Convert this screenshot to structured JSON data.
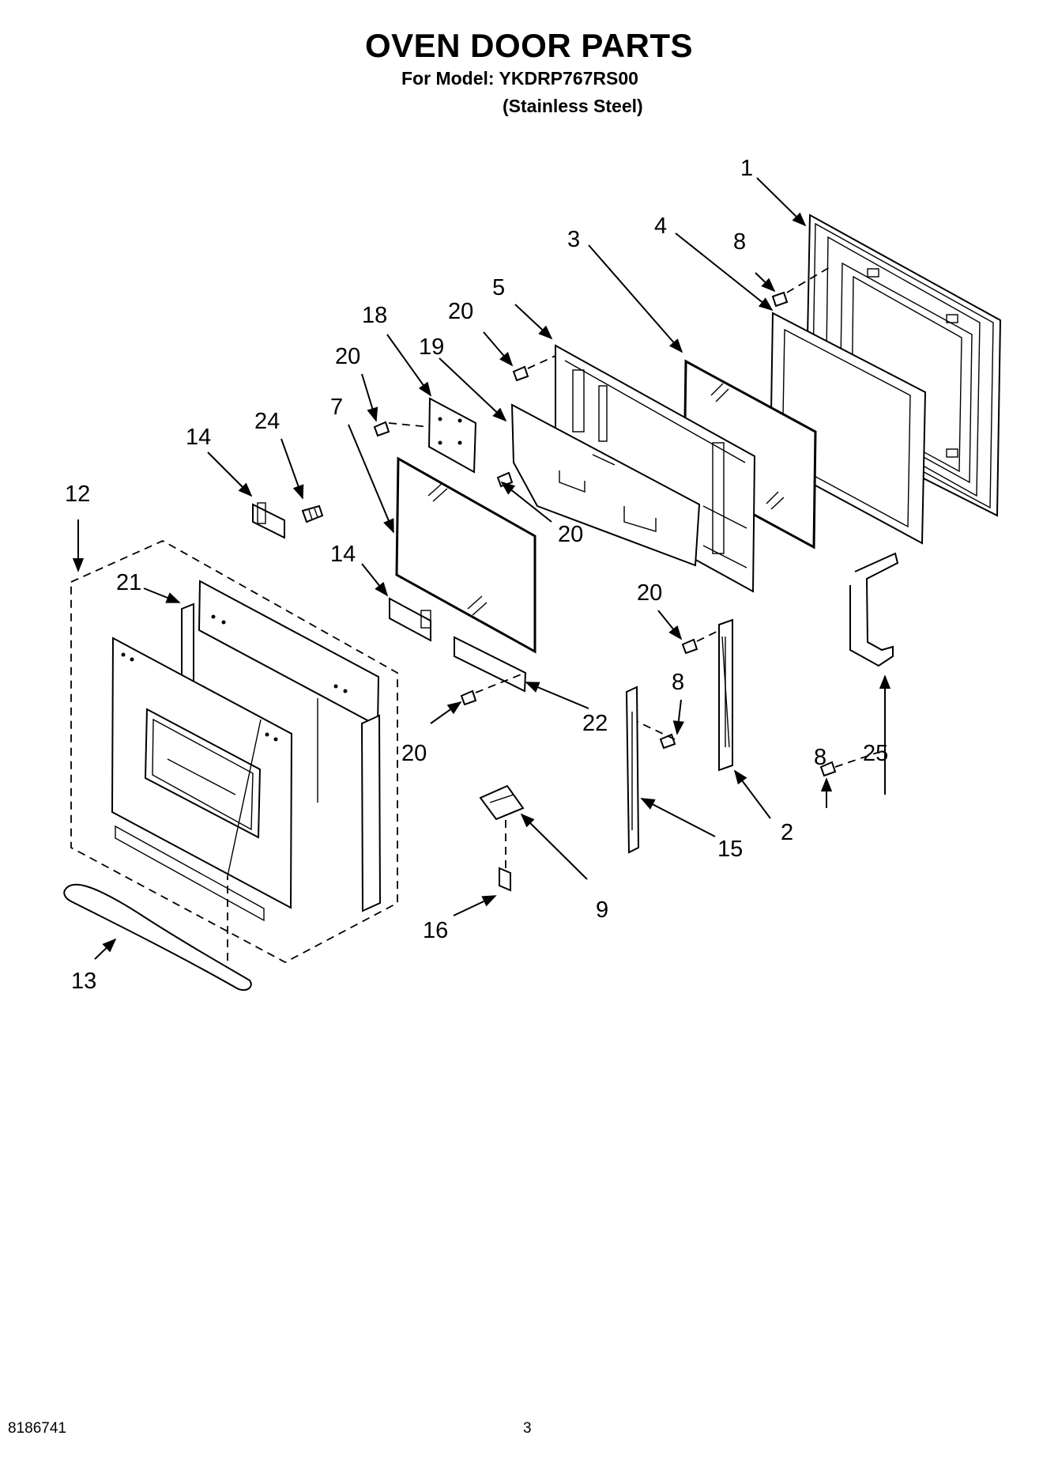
{
  "header": {
    "title": "OVEN DOOR PARTS",
    "model_line": "For Model: YKDRP767RS00",
    "finish_line": "(Stainless Steel)"
  },
  "footer": {
    "doc_number": "8186741",
    "page_number": "3"
  },
  "callouts": [
    {
      "id": "c1",
      "text": "1"
    },
    {
      "id": "c3",
      "text": "3"
    },
    {
      "id": "c4",
      "text": "4"
    },
    {
      "id": "c8a",
      "text": "8"
    },
    {
      "id": "c5",
      "text": "5"
    },
    {
      "id": "c20a",
      "text": "20"
    },
    {
      "id": "c18",
      "text": "18"
    },
    {
      "id": "c19",
      "text": "19"
    },
    {
      "id": "c20b",
      "text": "20"
    },
    {
      "id": "c7",
      "text": "7"
    },
    {
      "id": "c14a",
      "text": "14"
    },
    {
      "id": "c24",
      "text": "24"
    },
    {
      "id": "c12",
      "text": "12"
    },
    {
      "id": "c21",
      "text": "21"
    },
    {
      "id": "c14b",
      "text": "14"
    },
    {
      "id": "c20c",
      "text": "20"
    },
    {
      "id": "c20d",
      "text": "20"
    },
    {
      "id": "c8b",
      "text": "8"
    },
    {
      "id": "c22",
      "text": "22"
    },
    {
      "id": "c20e",
      "text": "20"
    },
    {
      "id": "c8c",
      "text": "8"
    },
    {
      "id": "c25",
      "text": "25"
    },
    {
      "id": "c2",
      "text": "2"
    },
    {
      "id": "c15",
      "text": "15"
    },
    {
      "id": "c9",
      "text": "9"
    },
    {
      "id": "c16",
      "text": "16"
    },
    {
      "id": "c13",
      "text": "13"
    }
  ]
}
